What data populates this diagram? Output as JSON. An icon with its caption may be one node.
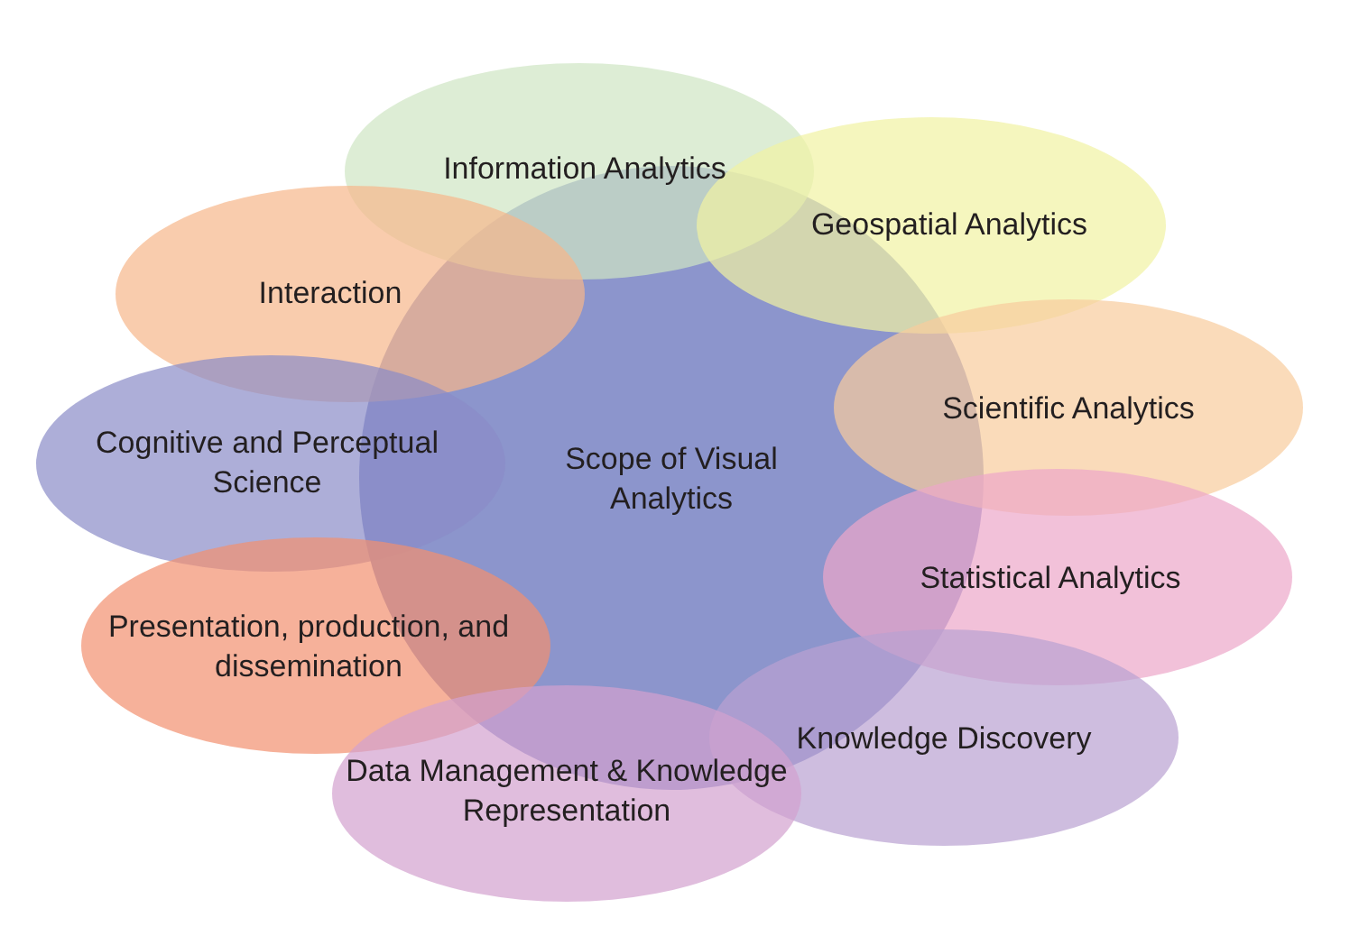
{
  "diagram": {
    "nodes": [
      {
        "text": [
          "Scope of Visual Analytics"
        ]
      },
      {
        "text": [
          "Information Analytics"
        ]
      },
      {
        "text": [
          "Geospatial Analytics"
        ]
      },
      {
        "text": [
          "Interaction"
        ]
      },
      {
        "text": [
          "Scientific Analytics"
        ]
      },
      {
        "text": [
          "Cognitive and Perceptual Science"
        ]
      },
      {
        "text": [
          "Statistical Analytics"
        ]
      },
      {
        "text": [
          "Presentation, production, and dissemination"
        ]
      },
      {
        "text": [
          "Knowledge Discovery"
        ]
      },
      {
        "text": [
          "Data Management & Knowledge Representation"
        ]
      }
    ]
  }
}
